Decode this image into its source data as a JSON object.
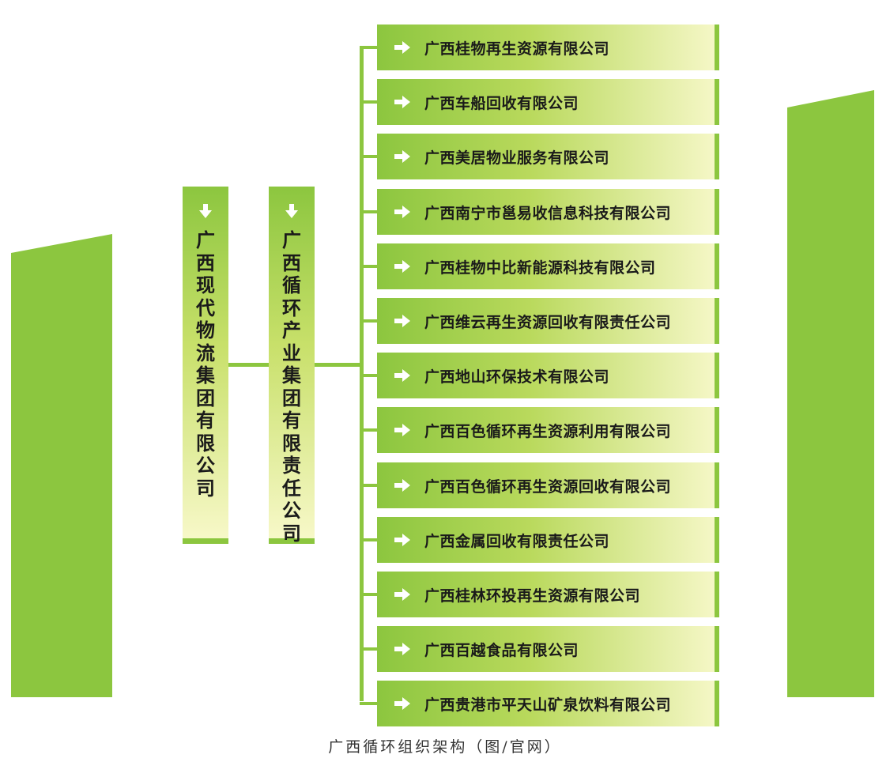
{
  "colors": {
    "accent": "#8cc63f",
    "pale": "#f5f7c6",
    "text": "#1a1a1a"
  },
  "left_company": "广西现代物流集团有限公司",
  "middle_company": "广西循环产业集团有限责任公司",
  "subsidiaries": [
    "广西桂物再生资源有限公司",
    "广西车船回收有限公司",
    "广西美居物业服务有限公司",
    "广西南宁市邕易收信息科技有限公司",
    "广西桂物中比新能源科技有限公司",
    "广西维云再生资源回收有限责任公司",
    "广西地山环保技术有限公司",
    "广西百色循环再生资源利用有限公司",
    "广西百色循环再生资源回收有限公司",
    "广西金属回收有限责任公司",
    "广西桂林环投再生资源有限公司",
    "广西百越食品有限公司",
    "广西贵港市平天山矿泉饮料有限公司"
  ],
  "caption": "广西循环组织架构（图/官网）"
}
